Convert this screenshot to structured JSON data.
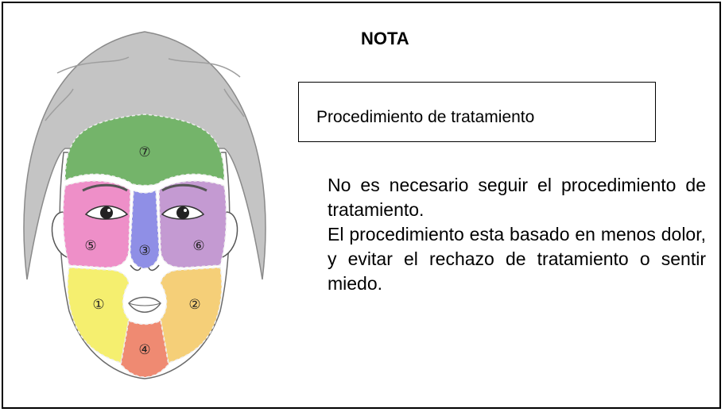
{
  "title": "NOTA",
  "procedure_box": {
    "label": "Procedimiento de tratamiento"
  },
  "description": {
    "line1": "No es necesario seguir el procedimiento de tratamiento.",
    "line2": "El procedimiento esta basado en menos dolor, y evitar el rechazo de tratamiento o sentir miedo."
  },
  "face_zones": [
    {
      "number": "①",
      "name": "left-cheek",
      "color": "#f5ef6f"
    },
    {
      "number": "②",
      "name": "right-cheek",
      "color": "#f5cf78"
    },
    {
      "number": "③",
      "name": "nose",
      "color": "#8f8fe6"
    },
    {
      "number": "④",
      "name": "chin",
      "color": "#ef8a72"
    },
    {
      "number": "⑤",
      "name": "left-under-eye",
      "color": "#ee8fc8"
    },
    {
      "number": "⑥",
      "name": "right-under-eye",
      "color": "#c49ad2"
    },
    {
      "number": "⑦",
      "name": "forehead",
      "color": "#74b46a"
    }
  ],
  "colors": {
    "hair_cap": "#c4c4c4",
    "skin": "#ffffff",
    "border": "#000000"
  }
}
